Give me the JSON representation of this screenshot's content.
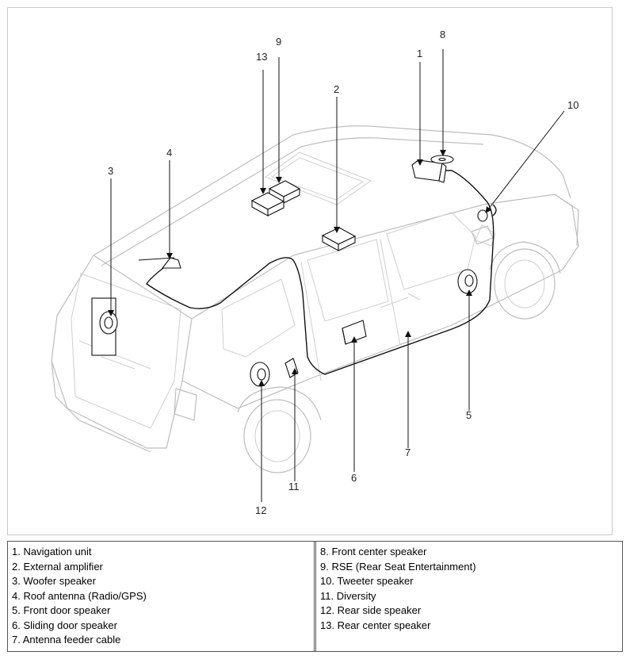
{
  "callouts": [
    "1",
    "2",
    "3",
    "4",
    "5",
    "6",
    "7",
    "8",
    "9",
    "10",
    "11",
    "12",
    "13"
  ],
  "legend": {
    "left": [
      "1. Navigation unit",
      "2. External amplifier",
      "3. Woofer speaker",
      "4. Roof antenna (Radio/GPS)",
      "5. Front door speaker",
      "6. Sliding door speaker",
      "7. Antenna feeder cable"
    ],
    "right": [
      "8. Front center speaker",
      "9. RSE (Rear Seat Entertainment)",
      "10. Tweeter speaker",
      "11. Diversity",
      "12. Rear side speaker",
      "13. Rear center speaker"
    ]
  }
}
